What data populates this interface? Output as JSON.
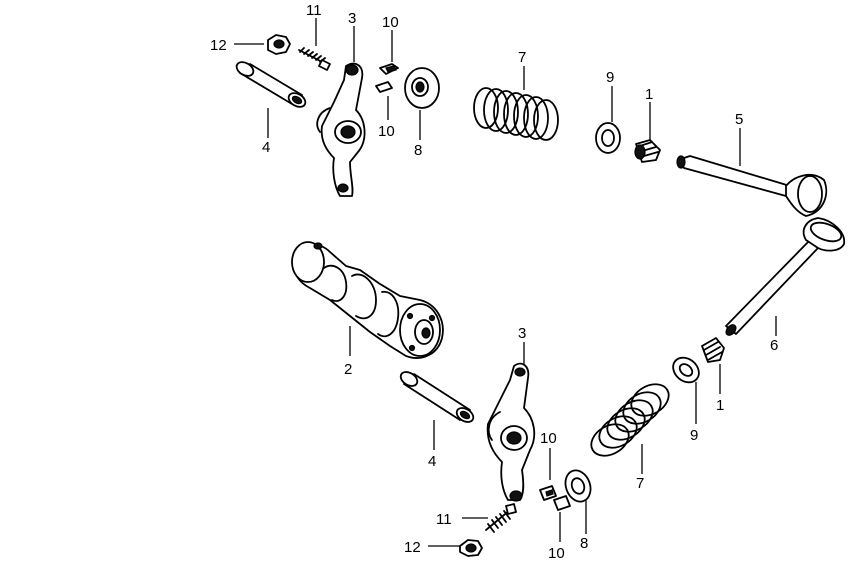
{
  "callouts": {
    "c1a": "1",
    "c1b": "1",
    "c2": "2",
    "c3a": "3",
    "c3b": "3",
    "c4a": "4",
    "c4b": "4",
    "c5": "5",
    "c6": "6",
    "c7a": "7",
    "c7b": "7",
    "c8a": "8",
    "c8b": "8",
    "c9a": "9",
    "c9b": "9",
    "c10a": "10",
    "c10b": "10",
    "c10c": "10",
    "c10d": "10",
    "c11a": "11",
    "c11b": "11",
    "c12a": "12",
    "c12b": "12"
  }
}
